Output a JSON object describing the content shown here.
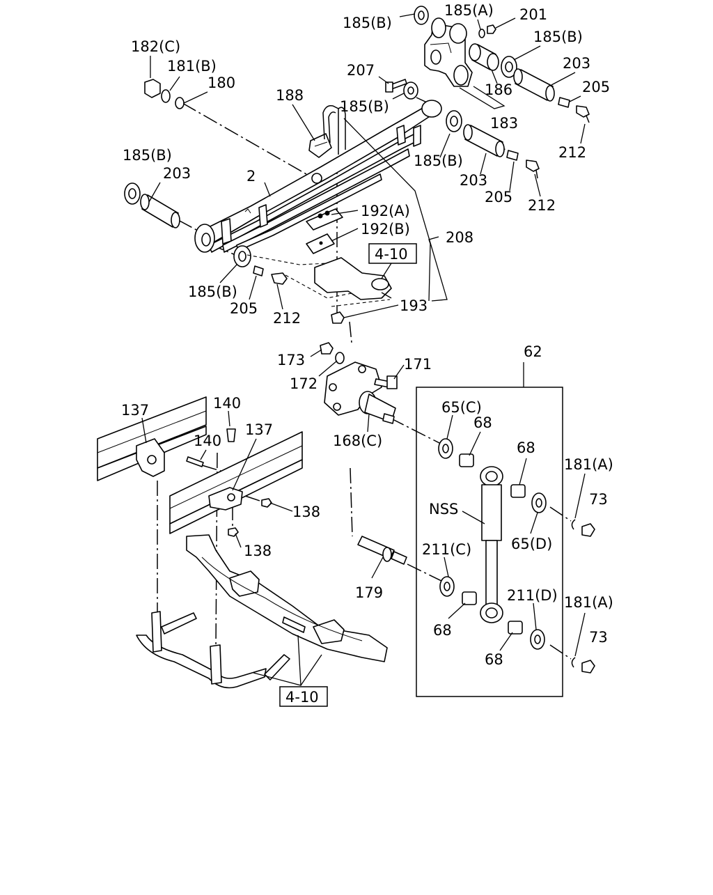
{
  "callouts": {
    "c185B_1": "185(B)",
    "c185A": "185(A)",
    "c201": "201",
    "c185B_2": "185(B)",
    "c182C": "182(C)",
    "c181B": "181(B)",
    "c180": "180",
    "c207": "207",
    "c203_1": "203",
    "c205_1": "205",
    "c188": "188",
    "c185B_3": "185(B)",
    "c186": "186",
    "c183": "183",
    "c212_1": "212",
    "c185B_4": "185(B)",
    "c203_2": "203",
    "c2": "2",
    "c185B_5": "185(B)",
    "c203_3": "203",
    "c205_2": "205",
    "c212_2": "212",
    "c192A": "192(A)",
    "c192B": "192(B)",
    "c208": "208",
    "c185B_6": "185(B)",
    "c205_3": "205",
    "c212_3": "212",
    "c193": "193",
    "c173": "173",
    "c172": "172",
    "c171": "171",
    "c62": "62",
    "c137_1": "137",
    "c140_1": "140",
    "c140_2": "140",
    "c137_2": "137",
    "c168C": "168(C)",
    "c65C": "65(C)",
    "c68_1": "68",
    "c68_2": "68",
    "c181A_1": "181(A)",
    "c73_1": "73",
    "c138_1": "138",
    "cNSS": "NSS",
    "c65D": "65(D)",
    "c138_2": "138",
    "c211C": "211(C)",
    "c179": "179",
    "c211D": "211(D)",
    "c181A_2": "181(A)",
    "c68_3": "68",
    "c73_2": "73",
    "c68_4": "68"
  },
  "refs": {
    "ref_upper": "4-10",
    "ref_lower": "4-10"
  }
}
